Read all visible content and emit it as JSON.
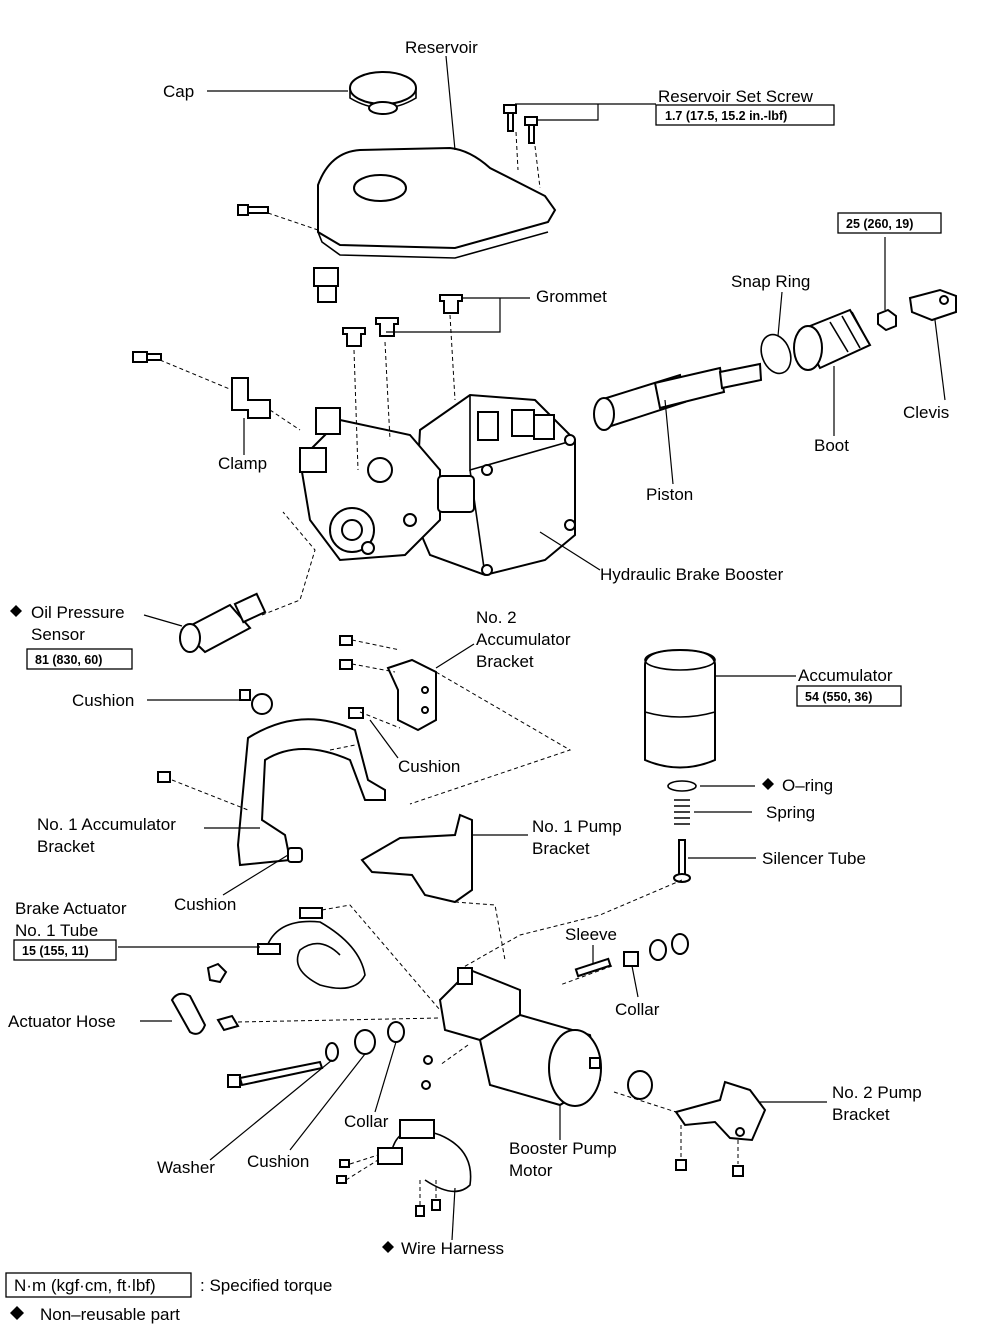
{
  "labels": {
    "reservoir": "Reservoir",
    "cap": "Cap",
    "reservoir_set_screw": "Reservoir Set Screw",
    "grommet": "Grommet",
    "snap_ring": "Snap Ring",
    "clevis": "Clevis",
    "boot": "Boot",
    "clamp": "Clamp",
    "piston": "Piston",
    "hydraulic_brake_booster": "Hydraulic Brake Booster",
    "oil_pressure_sensor_1": "Oil Pressure",
    "oil_pressure_sensor_2": "Sensor",
    "no2_acc_bracket_1": "No. 2",
    "no2_acc_bracket_2": "Accumulator",
    "no2_acc_bracket_3": "Bracket",
    "accumulator": "Accumulator",
    "cushion_a": "Cushion",
    "cushion_b": "Cushion",
    "o_ring": "O–ring",
    "spring": "Spring",
    "no1_acc_bracket_1": "No. 1 Accumulator",
    "no1_acc_bracket_2": "Bracket",
    "no1_pump_bracket_1": "No. 1 Pump",
    "no1_pump_bracket_2": "Bracket",
    "silencer_tube": "Silencer Tube",
    "cushion_c": "Cushion",
    "brake_actuator_tube_1": "Brake Actuator",
    "brake_actuator_tube_2": "No. 1 Tube",
    "sleeve": "Sleeve",
    "collar_a": "Collar",
    "actuator_hose": "Actuator Hose",
    "no2_pump_bracket_1": "No. 2 Pump",
    "no2_pump_bracket_2": "Bracket",
    "collar_b": "Collar",
    "booster_pump_motor_1": "Booster Pump",
    "booster_pump_motor_2": "Motor",
    "washer": "Washer",
    "cushion_d": "Cushion",
    "wire_harness": "Wire Harness"
  },
  "torques": {
    "reservoir_set_screw": "1.7 (17.5, 15.2 in.-lbf)",
    "clevis_nut": "25 (260, 19)",
    "oil_pressure_sensor": "81 (830, 60)",
    "accumulator": "54 (550, 36)",
    "brake_actuator_tube": "15 (155, 11)"
  },
  "legend": {
    "torque_unit": "N·m (kgf·cm, ft·lbf)",
    "torque_text": ": Specified torque",
    "nonreusable_text": "Non–reusable part"
  },
  "symbols": {
    "non_reusable": "diamond-icon"
  }
}
